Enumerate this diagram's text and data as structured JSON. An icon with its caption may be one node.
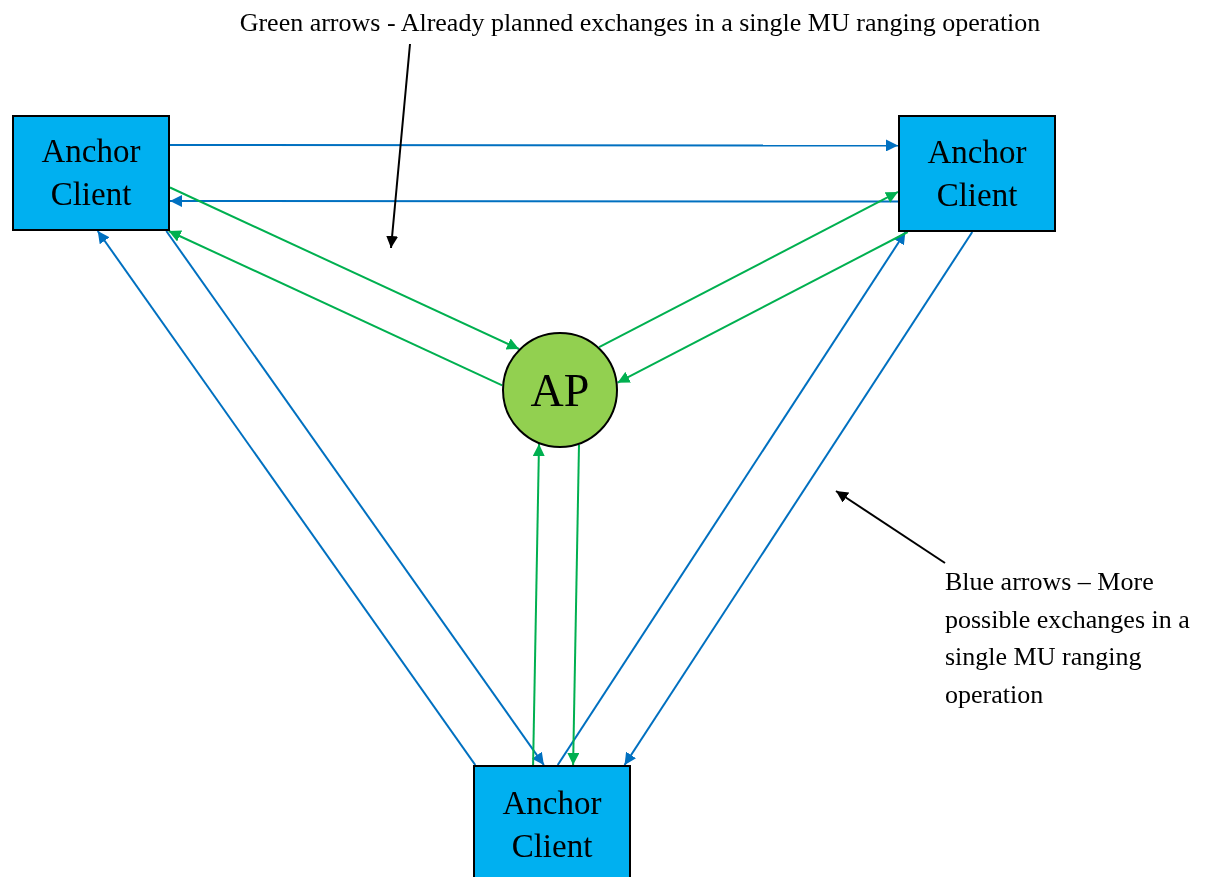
{
  "diagram": {
    "nodes": [
      {
        "text": [
          "Green arrows - Already planned exchanges in a single MU ranging operation"
        ]
      },
      {
        "text": [
          "Anchor Client"
        ]
      },
      {
        "text": [
          "Anchor Client"
        ]
      },
      {
        "text": [
          "AP"
        ]
      },
      {
        "text": [
          "Blue arrows – More possible exchanges in a single MU ranging operation"
        ]
      },
      {
        "text": [
          "Anchor Client"
        ]
      }
    ],
    "edges": [
      {
        "from": 1,
        "to": 2,
        "arrow": "to",
        "color": "#0070c0"
      },
      {
        "from": 2,
        "to": 1,
        "arrow": "to",
        "color": "#0070c0"
      },
      {
        "from": 1,
        "to": 5,
        "arrow": "to",
        "color": "#0070c0"
      },
      {
        "from": 5,
        "to": 1,
        "arrow": "to",
        "color": "#0070c0"
      },
      {
        "from": 2,
        "to": 5,
        "arrow": "to",
        "color": "#0070c0"
      },
      {
        "from": 5,
        "to": 2,
        "arrow": "to",
        "color": "#0070c0"
      },
      {
        "from": 3,
        "to": 1,
        "arrow": "to",
        "color": "#00b050"
      },
      {
        "from": 1,
        "to": 3,
        "arrow": "to",
        "color": "#00b050"
      },
      {
        "from": 3,
        "to": 2,
        "arrow": "to",
        "color": "#00b050"
      },
      {
        "from": 2,
        "to": 3,
        "arrow": "to",
        "color": "#00b050"
      },
      {
        "from": 5,
        "to": 3,
        "arrow": "to",
        "color": "#00b050"
      },
      {
        "from": 3,
        "to": 5,
        "arrow": "to",
        "color": "#00b050"
      },
      {
        "from": 0,
        "to": null,
        "arrow": "to",
        "color": "#000000"
      },
      {
        "from": 4,
        "to": null,
        "arrow": "to",
        "color": "#000000"
      }
    ]
  }
}
